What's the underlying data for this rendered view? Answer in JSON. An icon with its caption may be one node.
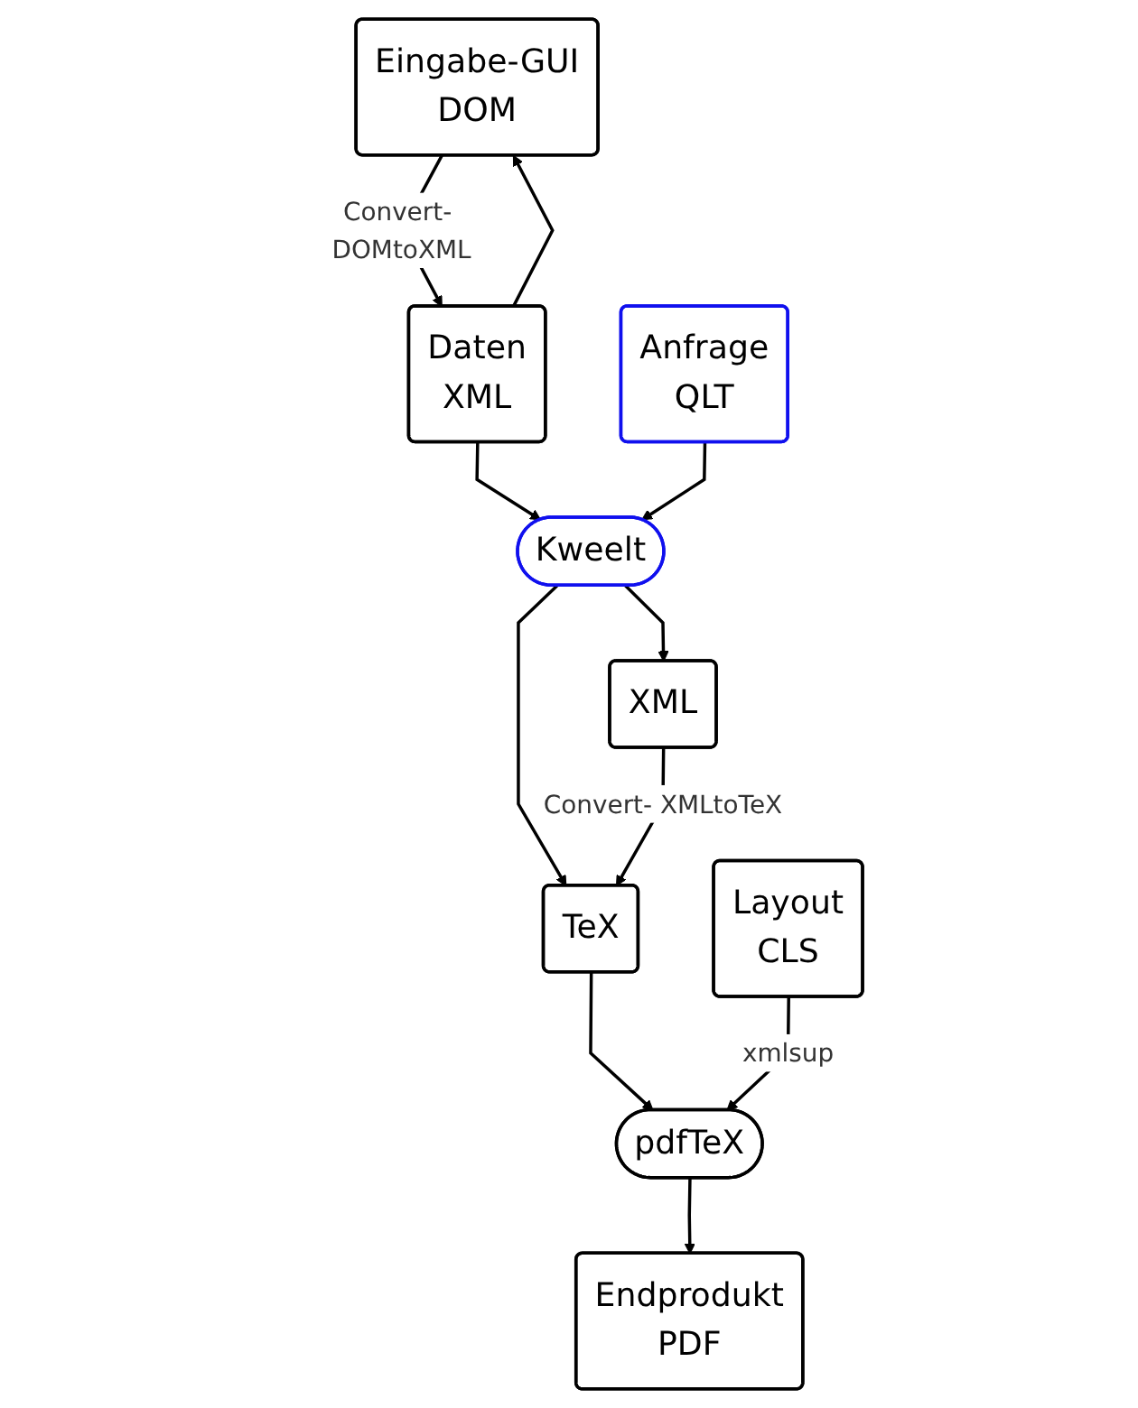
{
  "diagram": {
    "nodes": [
      {
        "text": [
          "Eingabe-GUI",
          "DOM"
        ]
      },
      {
        "text": [
          "Daten",
          "XML"
        ]
      },
      {
        "text": [
          "Anfrage",
          "QLT"
        ]
      },
      {
        "text": [
          "Kweelt"
        ]
      },
      {
        "text": [
          "XML"
        ]
      },
      {
        "text": [
          "TeX"
        ]
      },
      {
        "text": [
          "Layout",
          "CLS"
        ]
      },
      {
        "text": [
          "pdfTeX"
        ]
      },
      {
        "text": [
          "Endprodukt",
          "PDF"
        ]
      }
    ],
    "edges": [
      {
        "from": 1,
        "to": 0,
        "arrow": "to"
      },
      {
        "from": 0,
        "to": 1,
        "arrow": "to",
        "label": "Convert- DOMtoXML"
      },
      {
        "from": 1,
        "to": 3,
        "arrow": "to"
      },
      {
        "from": 2,
        "to": 3,
        "arrow": "to"
      },
      {
        "from": 3,
        "to": 4,
        "arrow": "to"
      },
      {
        "from": 3,
        "to": 5,
        "arrow": "to"
      },
      {
        "from": 4,
        "to": 5,
        "arrow": "to",
        "label": "Convert- XMLtoTeX"
      },
      {
        "from": 5,
        "to": 7,
        "arrow": "to"
      },
      {
        "from": 6,
        "to": 7,
        "arrow": "to",
        "label": "xmlsup"
      },
      {
        "from": 7,
        "to": 8,
        "arrow": "to"
      }
    ]
  }
}
